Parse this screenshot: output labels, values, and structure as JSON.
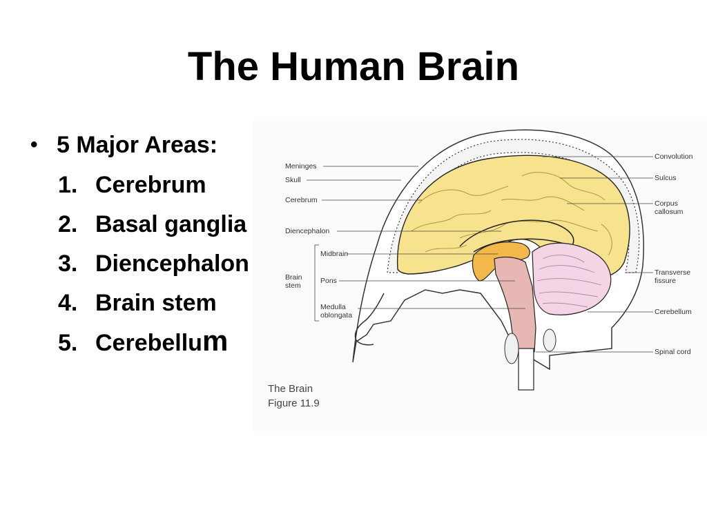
{
  "slide": {
    "title": "The Human Brain",
    "bullet_heading": "5 Major Areas:",
    "items": [
      {
        "num": "1.",
        "text": "Cerebrum"
      },
      {
        "num": "2.",
        "text": "Basal ganglia"
      },
      {
        "num": "3.",
        "text": "Diencephalon"
      },
      {
        "num": "4.",
        "text": "Brain stem"
      },
      {
        "num": "5.",
        "text": "Cerebellu",
        "tail": "m"
      }
    ]
  },
  "figure": {
    "labels_left": {
      "meninges": "Meninges",
      "skull": "Skull",
      "cerebrum": "Cerebrum",
      "diencephalon": "Diencephalon",
      "brain_stem_1": "Brain",
      "brain_stem_2": "stem",
      "midbrain": "Midbrain",
      "pons": "Pons",
      "medulla_1": "Medulla",
      "medulla_2": "oblongata"
    },
    "labels_right": {
      "convolution": "Convolution",
      "sulcus": "Sulcus",
      "corpus_1": "Corpus",
      "corpus_2": "callosum",
      "transverse_1": "Transverse",
      "transverse_2": "fissure",
      "cerebellum": "Cerebellum",
      "spinal_cord": "Spinal cord"
    },
    "caption_line1": "The Brain",
    "caption_line2": "Figure 11.9",
    "colors": {
      "cerebrum": "#f7e28e",
      "diencephalon": "#f2b94a",
      "brain_stem": "#e7b7b3",
      "cerebellum": "#f3d5e6",
      "skull": "#ffffff",
      "outline": "#222222"
    }
  }
}
